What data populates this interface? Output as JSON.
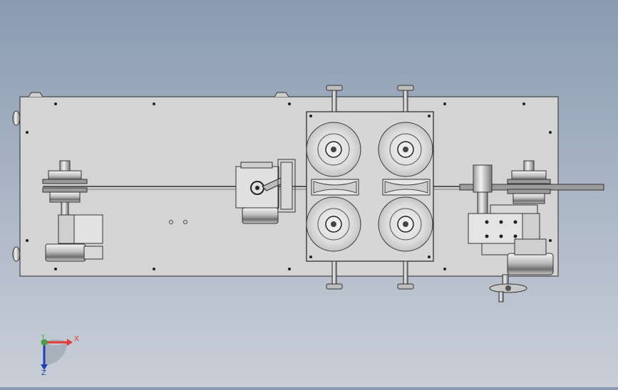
{
  "view": {
    "background_top": "#8a9bb2",
    "background_bottom": "#c9cfd8",
    "plate_color": "#d4d4d4",
    "line_color": "#2a2a2a"
  },
  "axes_triad": {
    "x_label": "X",
    "y_label": "Y",
    "z_label": "Z",
    "x_color": "#e53935",
    "y_color": "#43a047",
    "z_color": "#1e3fb5"
  }
}
